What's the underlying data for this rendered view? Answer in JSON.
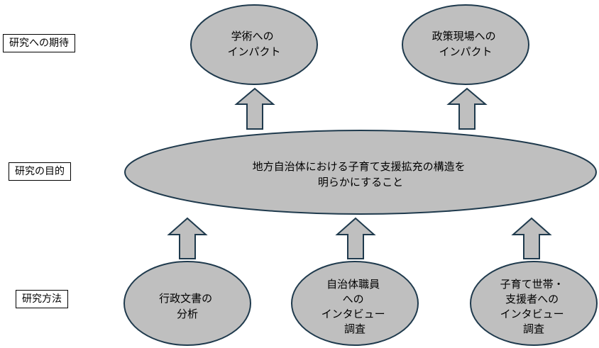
{
  "row_labels": {
    "expectation": "研究への期待",
    "purpose": "研究の目的",
    "method": "研究方法"
  },
  "nodes": {
    "academic_impact": [
      "学術への",
      "インパクト"
    ],
    "policy_impact": [
      "政策現場への",
      "インパクト"
    ],
    "purpose": [
      "地方自治体における子育て支援拡充の構造を",
      "明らかにすること"
    ],
    "document_analysis": [
      "行政文書の",
      "分析"
    ],
    "staff_interview": [
      "自治体職員",
      "への",
      "インタビュー",
      "調査"
    ],
    "family_interview": [
      "子育て世帯・",
      "支援者への",
      "インタビュー",
      "調査"
    ]
  },
  "colors": {
    "ellipse_fill": "#bfbfbf",
    "ellipse_stroke": "#1f3a4d",
    "arrow_fill": "#bfbfbf",
    "arrow_stroke": "#1f3a4d"
  }
}
